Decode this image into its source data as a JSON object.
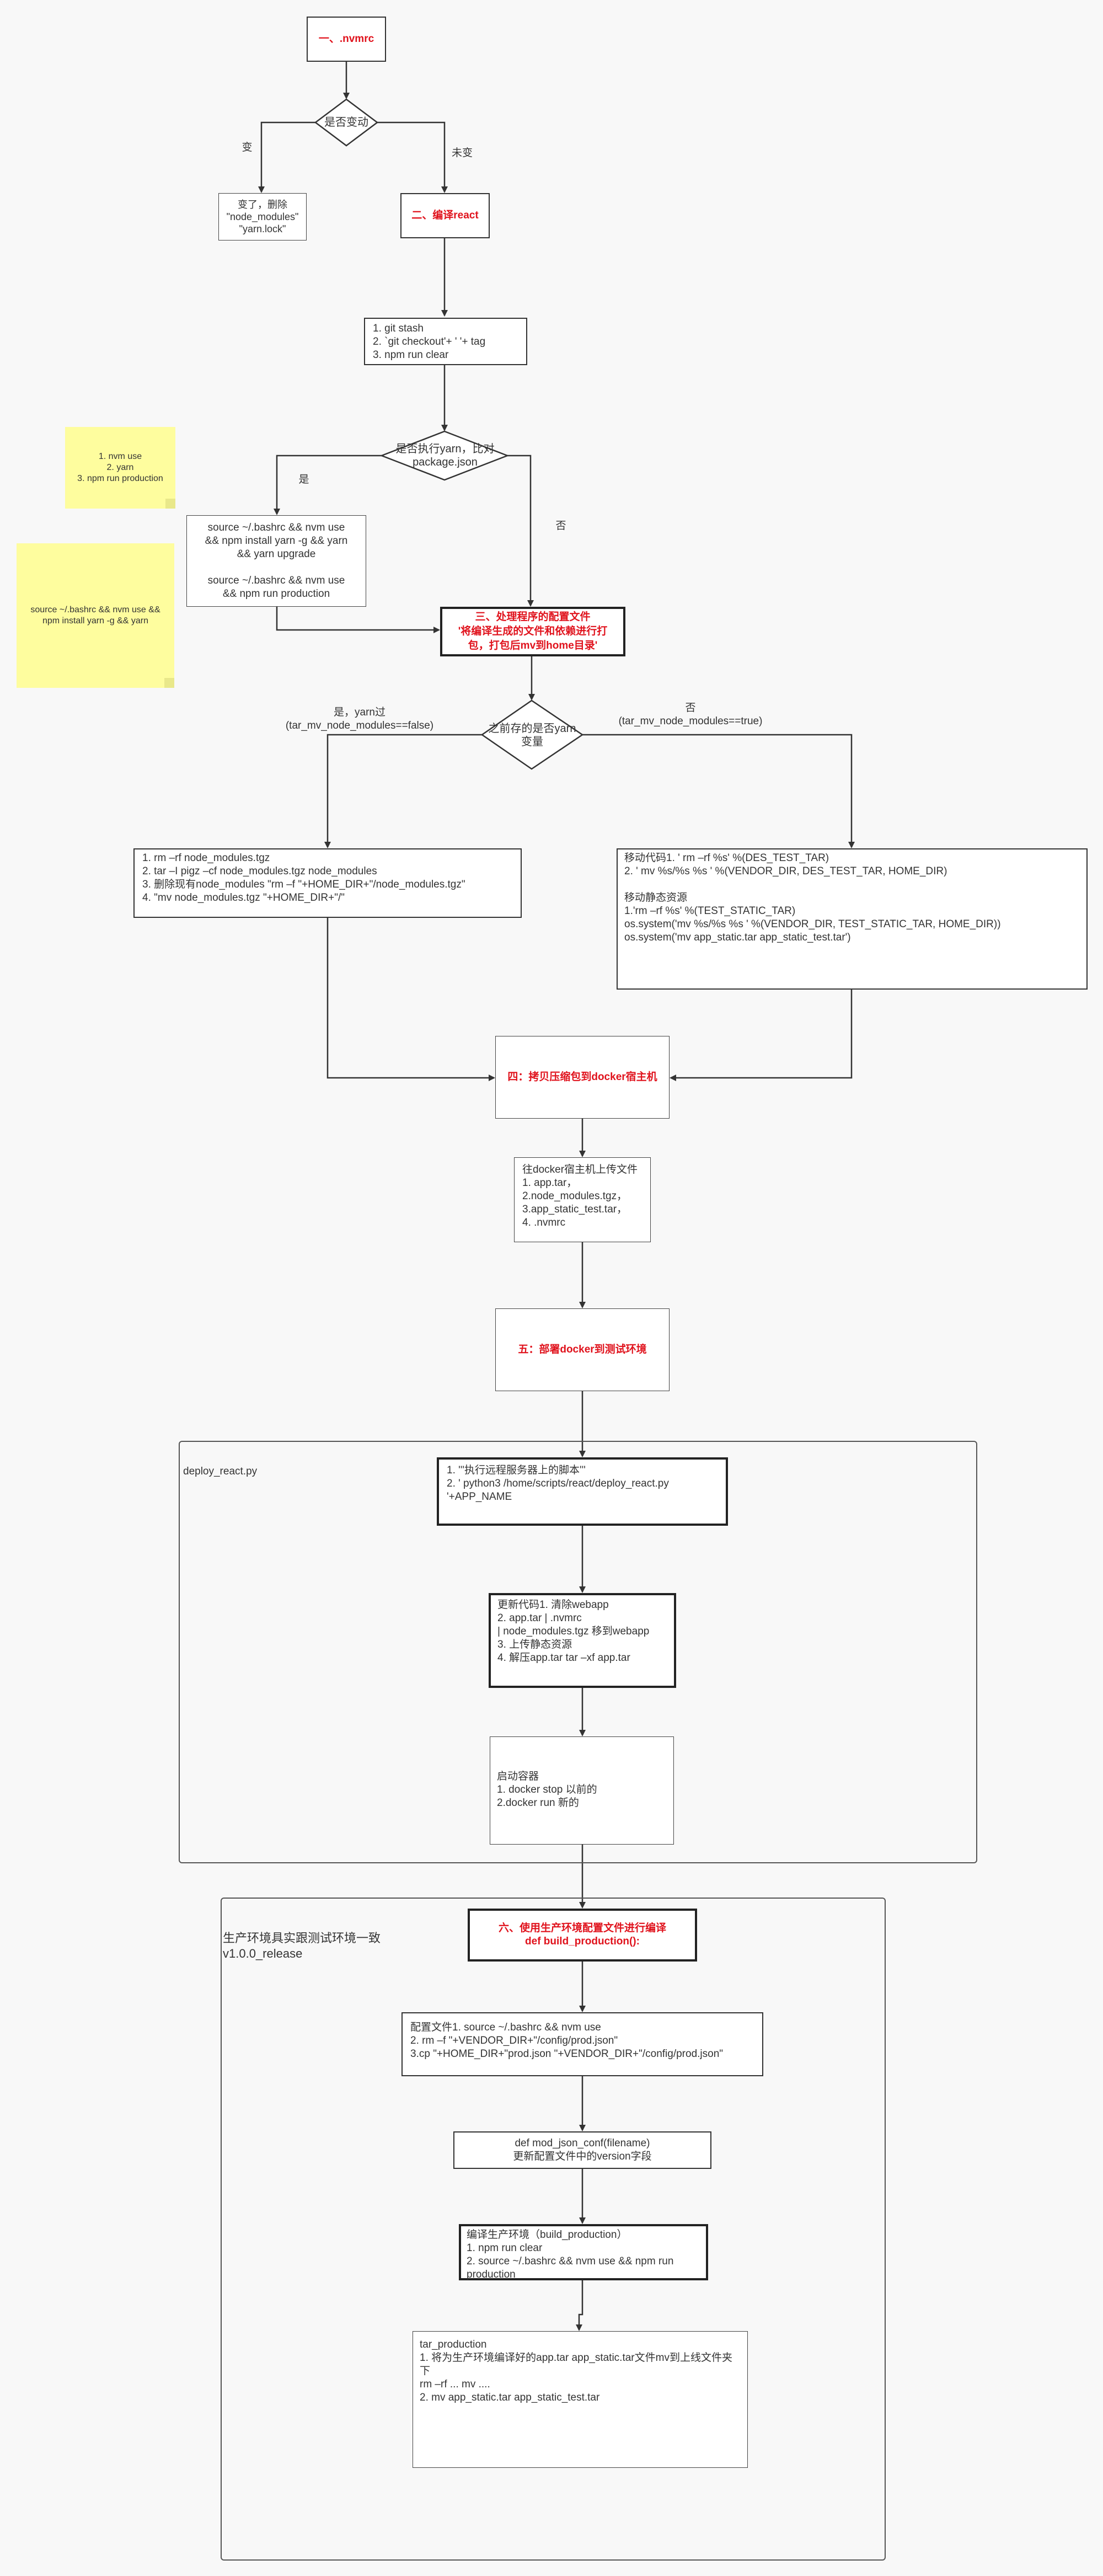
{
  "nodes": {
    "nvmrc": "一、.nvmrc",
    "changed_q": "是否变动",
    "changed_label": "变",
    "unchanged_label": "未变",
    "delete_box": "变了，删除\n\"node_modules\" \"yarn.lock\"",
    "compile": "二、编译react",
    "git_steps": "1. git stash\n2. `git  checkout'+ ' '+ tag\n3. npm run clear",
    "yarn_q": "是否执行yarn，比对\npackage.json",
    "yes_label": "是",
    "no_label": "否",
    "source_box": "source ~/.bashrc && nvm use\n&& npm install yarn -g && yarn\n&& yarn upgrade\n\nsource ~/.bashrc  && nvm use\n&& npm run production",
    "config_box": "三、处理程序的配置文件\n'将编译生成的文件和依赖进行打包，打包后mv到home目录'",
    "before_q": "之前存的是否yarn\n变量",
    "yes_tar_label": "是，yarn过\n(tar_mv_node_modules==false)",
    "no_tar_label": "否\n(tar_mv_node_modules==true)",
    "rm_box": "1. rm –rf node_modules.tgz\n2. tar –I pigz –cf node_modules.tgz  node_modules\n3. 删除现有node_modules \"rm –f \"+HOME_DIR+\"/node_modules.tgz\"\n4. \"mv node_modules.tgz \"+HOME_DIR+\"/\"",
    "move_box": "移动代码1. ' rm –rf  %s' %(DES_TEST_TAR)\n2. ' mv %s/%s %s ' %(VENDOR_DIR, DES_TEST_TAR, HOME_DIR)\n\n移动静态资源\n1.'rm –rf  %s' %(TEST_STATIC_TAR)\nos.system('mv %s/%s  %s ' %(VENDOR_DIR, TEST_STATIC_TAR, HOME_DIR))\n            os.system('mv app_static.tar app_static_test.tar')",
    "copy_box": "四：拷贝压缩包到docker宿主机",
    "upload_box": "往docker宿主机上传文件\n1. app.tar，\n2.node_modules.tgz，\n3.app_static_test.tar，\n4. .nvmrc",
    "deploy_box": "五：部署docker到测试环境",
    "deploy_group_label": "deploy_react.py",
    "script_box": "1.       '''执行远程服务器上的脚本'''\n2. ' python3 /home/scripts/react/deploy_react.py\n'+APP_NAME",
    "update_box": "更新代码1. 清除webapp\n2. app.tar | .nvmrc\n| node_modules.tgz 移到webapp\n3. 上传静态资源\n4. 解压app.tar tar –xf app.tar",
    "container_box": "启动容器\n1. docker stop 以前的\n2.docker run  新的",
    "prod_group_label": "生产环境具实跟测试环境一致\n  v1.0.0_release",
    "prod_compile": "六、使用生产环境配置文件进行编译\ndef build_production():",
    "config_file_box": "配置文件1. source ~/.bashrc && nvm use\n2. rm –f \"+VENDOR_DIR+\"/config/prod.json\"\n3.cp \"+HOME_DIR+\"prod.json \"+VENDOR_DIR+\"/config/prod.json\"",
    "mod_json_box": "def mod_json_conf(filename)\n更新配置文件中的version字段",
    "build_prod_box": "编译生产环境（build_production）\n1. npm run clear\n2. source ~/.bashrc  && nvm use && npm run\nproduction",
    "tar_box": "tar_production\n1. 将为生产环境编译好的app.tar app_static.tar文件mv到上线文件夹下\nrm –rf   ...     mv ....\n2. mv app_static.tar app_static_test.tar"
  },
  "notes": {
    "note1": "1. nvm use\n2. yarn\n3.  npm run production",
    "note2": "source ~/.bashrc && nvm use &&\nnpm install yarn -g && yarn"
  }
}
